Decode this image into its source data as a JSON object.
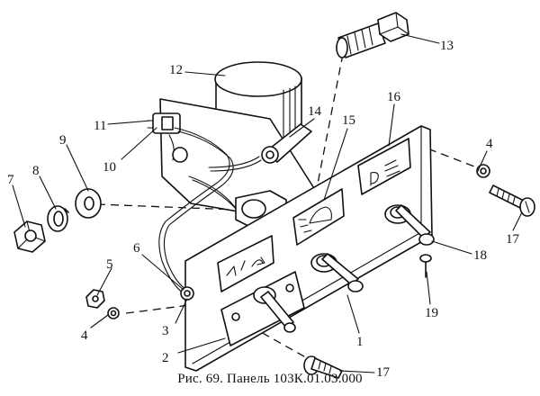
{
  "figure": {
    "caption": "Рис. 69. Панель  103К.01.03.000"
  },
  "callouts": [
    {
      "id": "c1",
      "label": "1"
    },
    {
      "id": "c2",
      "label": "2"
    },
    {
      "id": "c3",
      "label": "3"
    },
    {
      "id": "c4a",
      "label": "4"
    },
    {
      "id": "c4b",
      "label": "4"
    },
    {
      "id": "c5",
      "label": "5"
    },
    {
      "id": "c6",
      "label": "6"
    },
    {
      "id": "c7",
      "label": "7"
    },
    {
      "id": "c8",
      "label": "8"
    },
    {
      "id": "c9",
      "label": "9"
    },
    {
      "id": "c10",
      "label": "10"
    },
    {
      "id": "c11",
      "label": "11"
    },
    {
      "id": "c12",
      "label": "12"
    },
    {
      "id": "c13",
      "label": "13"
    },
    {
      "id": "c14",
      "label": "14"
    },
    {
      "id": "c15",
      "label": "15"
    },
    {
      "id": "c16",
      "label": "16"
    },
    {
      "id": "c17a",
      "label": "17"
    },
    {
      "id": "c17b",
      "label": "17"
    },
    {
      "id": "c18",
      "label": "18"
    },
    {
      "id": "c19",
      "label": "19"
    }
  ]
}
